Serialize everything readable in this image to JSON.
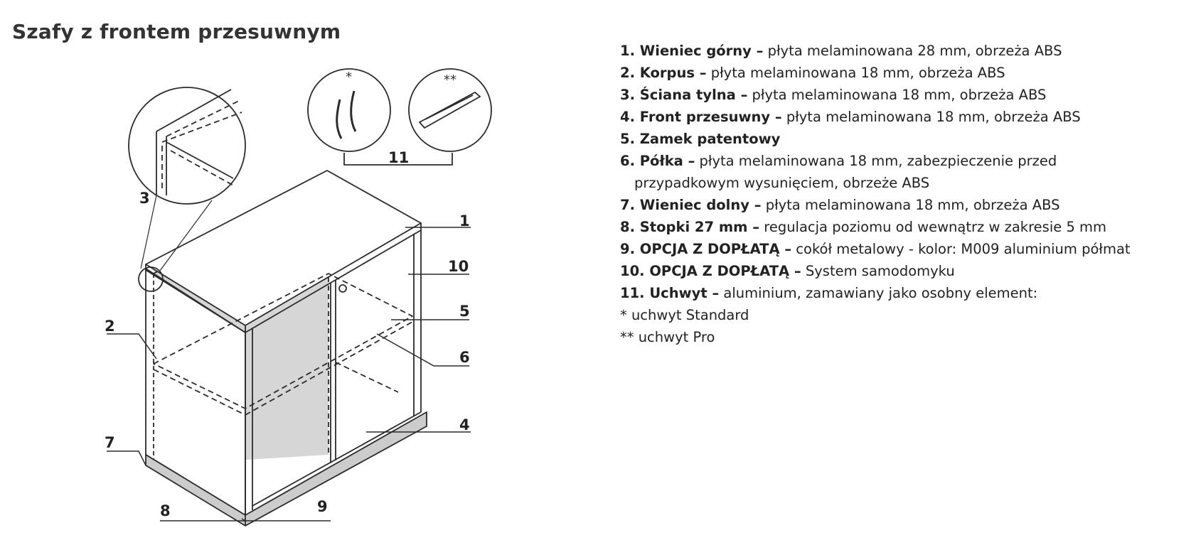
{
  "title": "Szafy z frontem przesuwnym",
  "diagram": {
    "callouts": [
      "1",
      "2",
      "3",
      "4",
      "5",
      "6",
      "7",
      "8",
      "9",
      "10",
      "11"
    ],
    "handle_markers": {
      "standard": "*",
      "pro": "**"
    },
    "colors": {
      "line": "#2b2b2b",
      "panel_fill": "#d6d6d6",
      "plinth_fill": "#cccccc"
    }
  },
  "legend": {
    "items": [
      {
        "bold": "1. Wieniec górny –",
        "text": " płyta melaminowana 28 mm, obrzeża ABS"
      },
      {
        "bold": "2. Korpus –",
        "text": " płyta melaminowana 18 mm, obrzeża ABS"
      },
      {
        "bold": "3. Ściana tylna –",
        "text": " płyta melaminowana 18 mm, obrzeża ABS"
      },
      {
        "bold": "4. Front przesuwny –",
        "text": " płyta melaminowana 18 mm, obrzeża ABS"
      },
      {
        "bold": "5. Zamek patentowy",
        "text": ""
      },
      {
        "bold": "6. Półka –",
        "text": " płyta melaminowana 18 mm, zabezpieczenie przed",
        "cont": "przypadkowym wysunięciem, obrzeże ABS"
      },
      {
        "bold": "7. Wieniec dolny –",
        "text": " płyta melaminowana 18 mm, obrzeża ABS"
      },
      {
        "bold": "8. Stopki 27 mm –",
        "text": " regulacja poziomu od wewnątrz w zakresie 5 mm"
      },
      {
        "bold": "9. OPCJA Z DOPŁATĄ –",
        "text": " cokół metalowy - kolor: M009 aluminium półmat"
      },
      {
        "bold": "10. OPCJA Z DOPŁATĄ –",
        "text": " System samodomyku"
      },
      {
        "bold": "11. Uchwyt –",
        "text": " aluminium, zamawiany jako osobny element:"
      }
    ],
    "notes": [
      "* uchwyt Standard",
      "** uchwyt Pro"
    ]
  }
}
